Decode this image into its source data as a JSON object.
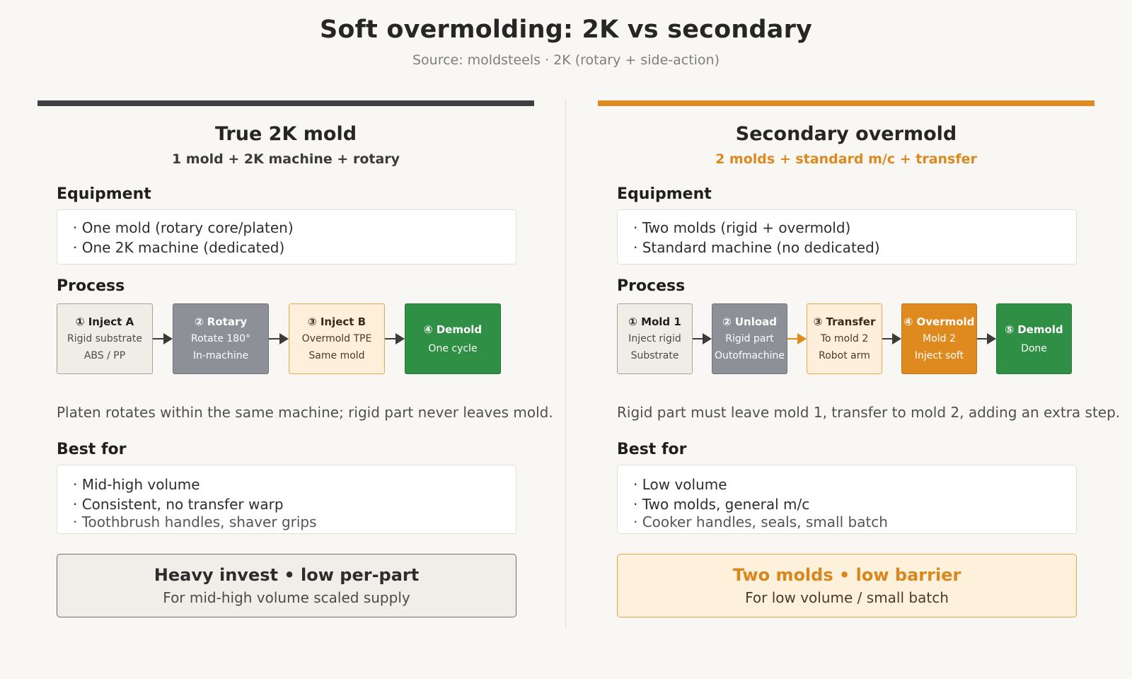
{
  "header": {
    "title": "Soft overmolding: 2K vs secondary",
    "subtitle": "Source: moldsteels · 2K (rotary + side-action)"
  },
  "left": {
    "title": "True 2K mold",
    "subtitle": "1 mold + 2K machine + rotary",
    "equipment_label": "Equipment",
    "equipment": [
      "· One mold (rotary core/platen)",
      "· One 2K machine (dedicated)"
    ],
    "process_label": "Process",
    "steps": [
      {
        "title": "① Inject A",
        "lines": [
          "Rigid substrate",
          "ABS / PP"
        ]
      },
      {
        "title": "② Rotary",
        "lines": [
          "Rotate 180°",
          "In-machine"
        ]
      },
      {
        "title": "③ Inject B",
        "lines": [
          "Overmold TPE",
          "Same mold"
        ]
      },
      {
        "title": "④ Demold",
        "lines": [
          "One cycle"
        ]
      }
    ],
    "note": "Platen rotates within the same machine; rigid part never leaves mold.",
    "best_label": "Best for",
    "best": [
      "· Mid-high volume",
      "· Consistent, no transfer warp",
      "· Toothbrush handles, shaver grips"
    ],
    "summary_title": "Heavy invest • low per-part",
    "summary_sub": "For mid-high volume scaled supply"
  },
  "right": {
    "title": "Secondary overmold",
    "subtitle": "2 molds + standard m/c + transfer",
    "equipment_label": "Equipment",
    "equipment": [
      "· Two molds (rigid + overmold)",
      "· Standard machine (no dedicated)"
    ],
    "process_label": "Process",
    "steps": [
      {
        "title": "① Mold 1",
        "lines": [
          "Inject rigid",
          "Substrate"
        ]
      },
      {
        "title": "② Unload",
        "lines": [
          "Rigid part",
          "Outofmachine"
        ]
      },
      {
        "title": "③ Transfer",
        "lines": [
          "To mold 2",
          "Robot arm"
        ]
      },
      {
        "title": "④ Overmold",
        "lines": [
          "Mold 2",
          "Inject soft"
        ]
      },
      {
        "title": "⑤ Demold",
        "lines": [
          "Done"
        ]
      }
    ],
    "note": "Rigid part must leave mold 1, transfer to mold 2, adding an extra step.",
    "best_label": "Best for",
    "best": [
      "· Low volume",
      "· Two molds, general m/c",
      "· Cooker handles, seals, small batch"
    ],
    "summary_title": "Two molds • low barrier",
    "summary_sub": "For low volume / small batch"
  },
  "colors": {
    "dark_bar": "#3d3f44",
    "accent_orange": "#dd8a22",
    "step_green": "#2f8f45",
    "step_gray": "#8d9097",
    "step_peach": "#fdefd9",
    "step_beige": "#efede6"
  }
}
